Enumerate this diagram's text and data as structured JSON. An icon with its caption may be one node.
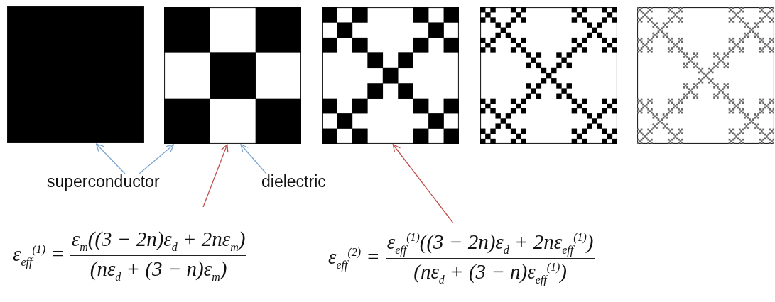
{
  "diagram": {
    "nodes": [
      {
        "text": [],
        "shape": "box"
      },
      {
        "text": [],
        "shape": "picture"
      },
      {
        "text": [],
        "shape": "picture"
      },
      {
        "text": [],
        "shape": "picture"
      },
      {
        "text": [],
        "shape": "picture"
      },
      {
        "text": [
          "superconductor"
        ]
      },
      {
        "text": [
          "dielectric"
        ]
      },
      {
        "text": [
          "ε$_{eff}$$^{(1)}$ =",
          "ε$_{m}$((3 − 2n)ε$_{d}$ + 2nε$_{m}$)",
          "(nε$_{d}$ + (3 − n)ε$_{m}$)"
        ]
      },
      {
        "text": [
          "ε$_{eff}$$^{(2)}$ =",
          "ε$_{eff}$$^{(1)}$((3 − 2n)ε$_{d}$ + 2nε$_{eff}$$^{(1)}$)",
          "(nε$_{d}$ + (3 − n)ε$_{eff}$$^{(1)}$)"
        ]
      }
    ],
    "edges": [
      {
        "from": 5,
        "to": 0,
        "arrow": "to"
      },
      {
        "from": 5,
        "to": 1,
        "arrow": "to"
      },
      {
        "from": 6,
        "to": 1,
        "arrow": "to"
      },
      {
        "from": 7,
        "to": 1,
        "arrow": "to",
        "color": "#c0504d"
      },
      {
        "from": 8,
        "to": 2,
        "arrow": "to",
        "color": "#c0504d"
      }
    ]
  }
}
